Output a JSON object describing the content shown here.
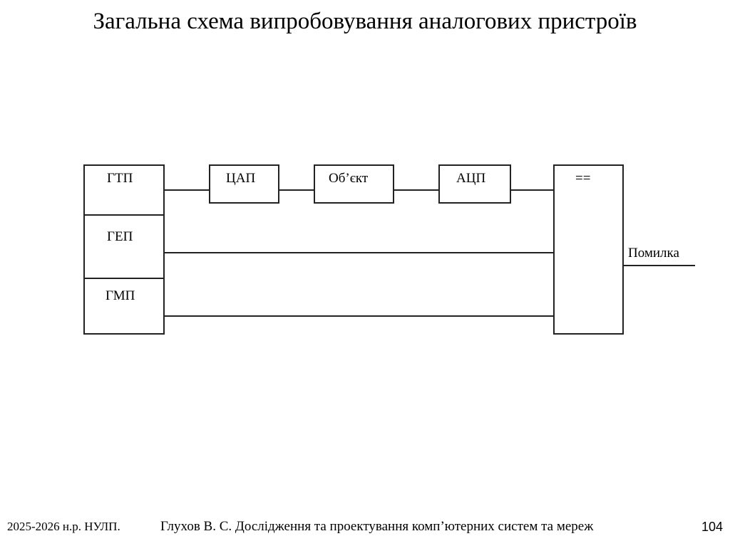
{
  "title": "Загальна схема випробовування  аналогових пристроїв",
  "diagram": {
    "generators": [
      "ГТП",
      "ГЕП",
      "ГМП"
    ],
    "chain": [
      "ЦАП",
      "Об’єкт",
      "АЦП"
    ],
    "comparator": "==",
    "output": "Помилка"
  },
  "footer": {
    "left": "2025-2026 н.р. НУЛП.",
    "center": "Глухов В. С. Дослідження та проектування комп’ютерних систем та мереж",
    "page": "104"
  }
}
